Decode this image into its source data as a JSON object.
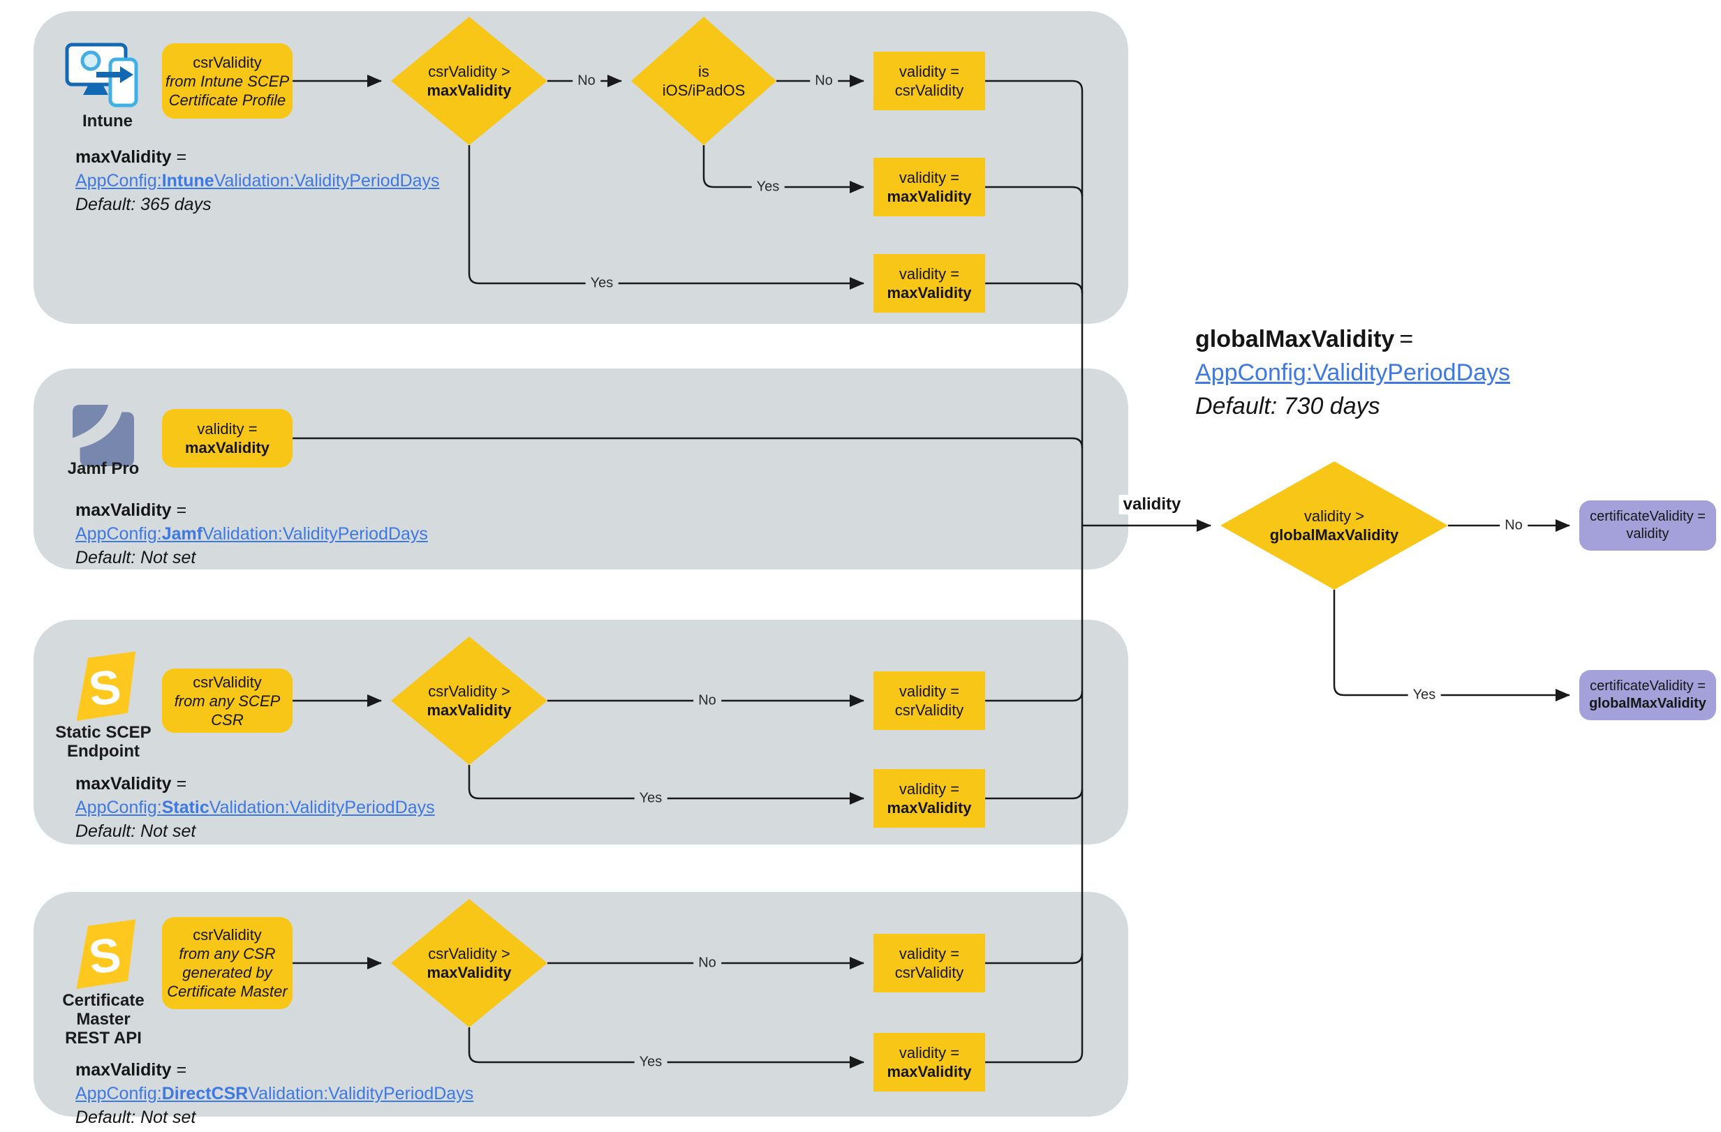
{
  "labels": {
    "no": "No",
    "yes": "Yes",
    "validity": "validity"
  },
  "sources": {
    "intune": {
      "name": "Intune",
      "box": {
        "line1": "csrValidity",
        "line2": "from Intune SCEP",
        "line3": "Certificate Profile"
      }
    },
    "jamf": {
      "name": "Jamf Pro",
      "box": {
        "line1": "validity =",
        "line2": "maxValidity"
      }
    },
    "static": {
      "name_line1": "Static SCEP",
      "name_line2": "Endpoint",
      "box": {
        "line1": "csrValidity",
        "line2": "from any SCEP CSR"
      }
    },
    "certmaster": {
      "name_line1": "Certificate",
      "name_line2": "Master",
      "name_line3": "REST API",
      "box": {
        "line1": "csrValidity",
        "line2": "from any CSR",
        "line3": "generated by",
        "line4": "Certificate Master"
      }
    }
  },
  "decisions": {
    "csr_vs_max": {
      "line1": "csrValidity >",
      "line2": "maxValidity"
    },
    "is_ios": {
      "line1": "is",
      "line2": "iOS/iPadOS"
    },
    "validity_vs_global": {
      "line1": "validity >",
      "line2": "globalMaxValidity"
    }
  },
  "outcomes": {
    "csr": {
      "line1": "validity =",
      "line2": "csrValidity"
    },
    "max": {
      "line1": "validity =",
      "line2": "maxValidity"
    }
  },
  "finals": {
    "no": {
      "line1": "certificateValidity =",
      "line2": "validity"
    },
    "yes": {
      "line1": "certificateValidity =",
      "line2": "globalMaxValidity"
    }
  },
  "configs": {
    "intune": {
      "variable": "maxValidity",
      "equals": "=",
      "link_pre": "AppConfig:",
      "link_bold": "Intune",
      "link_post": "Validation:ValidityPeriodDays",
      "default_text": "Default: 365 days"
    },
    "jamf": {
      "variable": "maxValidity",
      "equals": "=",
      "link_pre": "AppConfig:",
      "link_bold": "Jamf",
      "link_post": "Validation:ValidityPeriodDays",
      "default_text": "Default: Not set"
    },
    "static": {
      "variable": "maxValidity",
      "equals": "=",
      "link_pre": "AppConfig:",
      "link_bold": "Static",
      "link_post": "Validation:ValidityPeriodDays",
      "default_text": "Default: Not set"
    },
    "certmaster": {
      "variable": "maxValidity",
      "equals": "=",
      "link_pre": "AppConfig:",
      "link_bold": "DirectCSR",
      "link_post": "Validation:ValidityPeriodDays",
      "default_text": "Default: Not set"
    },
    "global": {
      "variable": "globalMaxValidity",
      "equals": "=",
      "link_pre": "AppConfig:ValidityPeriodDays",
      "link_bold": "",
      "link_post": "",
      "default_text": "Default: 730 days"
    }
  },
  "icons": {
    "scepman_letter": "S"
  },
  "colors": {
    "node_yellow": "#F8C617",
    "panel_grey": "#D5DADD",
    "final_purple": "#A3A0DA",
    "link_blue": "#3D78E3",
    "line_black": "#191919",
    "jamf_slate": "#7787AE",
    "intune_blue": "#1268B3",
    "intune_lightblue": "#3FB0E4"
  }
}
